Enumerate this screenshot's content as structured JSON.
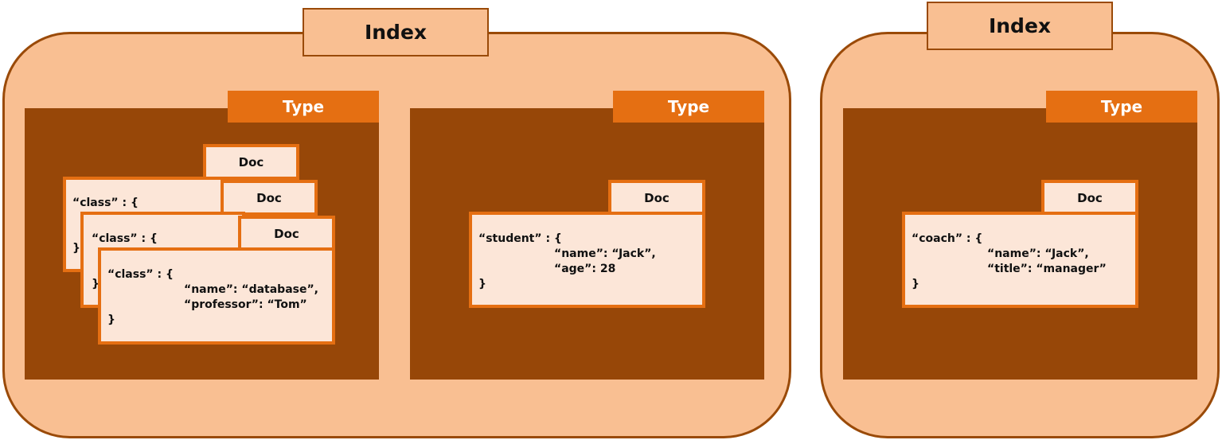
{
  "indices": [
    {
      "label": "Index"
    },
    {
      "label": "Index"
    }
  ],
  "types": [
    {
      "label": "Type"
    },
    {
      "label": "Type"
    },
    {
      "label": "Type"
    }
  ],
  "docs": {
    "class_back": {
      "tab": "Doc",
      "line1": "“class” : {",
      "close": "}"
    },
    "class_middle": {
      "tab": "Doc",
      "line1": "“class” : {",
      "close": "}"
    },
    "class_front": {
      "tab": "Doc",
      "line1": "“class” : {",
      "line2": "“name”: “database”,",
      "line3": "“professor”: “Tom”",
      "close": "}"
    },
    "student": {
      "tab": "Doc",
      "line1": "“student” : {",
      "line2": "“name”: “Jack”,",
      "line3": "“age”: 28",
      "close": "}"
    },
    "coach": {
      "tab": "Doc",
      "line1": "“coach” : {",
      "line2": "“name”: “Jack”,",
      "line3": "“title”: “manager”",
      "close": "}"
    }
  },
  "colors": {
    "index_fill": "#f9bf92",
    "index_border": "#9a4a08",
    "type_area": "#974708",
    "type_tab": "#e56f12",
    "doc_fill": "#fce6d8",
    "doc_border": "#e56f12"
  }
}
